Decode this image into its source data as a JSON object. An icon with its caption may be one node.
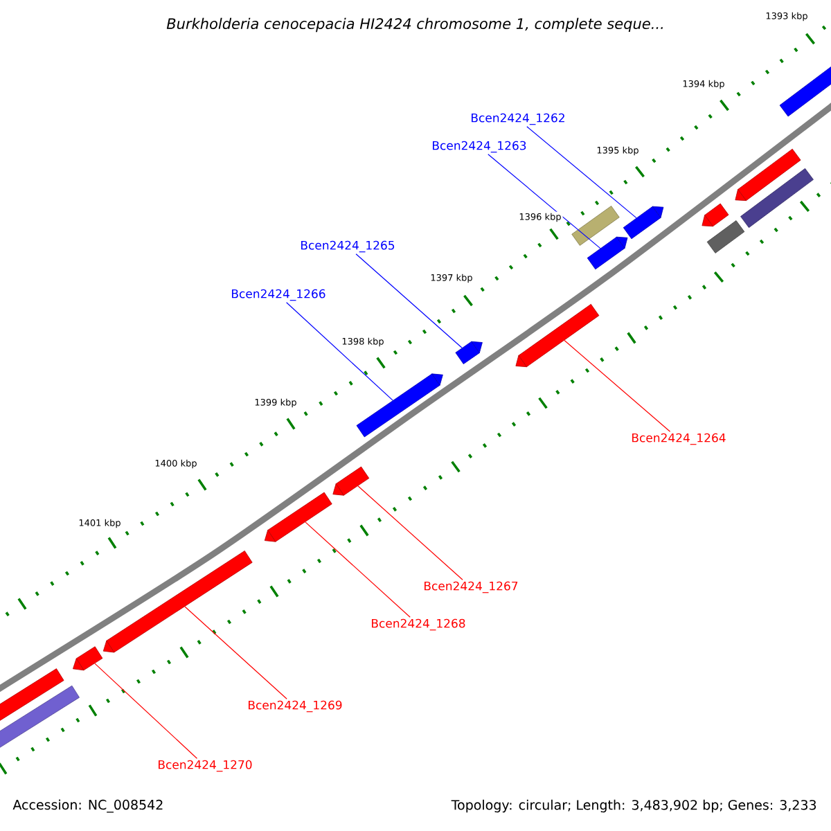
{
  "diagram": {
    "title": "Burkholderia cenocepacia HI2424 chromosome 1, complete seque...",
    "nodes": [
      {
        "text": [
          "Bcen2424_1262"
        ]
      },
      {
        "text": [
          "Bcen2424_1263"
        ]
      },
      {
        "text": [
          "Bcen2424_1265"
        ]
      },
      {
        "text": [
          "Bcen2424_1266"
        ]
      },
      {
        "text": [
          "Bcen2424_1264"
        ]
      },
      {
        "text": [
          "Bcen2424_1267"
        ]
      },
      {
        "text": [
          "Bcen2424_1268"
        ]
      },
      {
        "text": [
          "Bcen2424_1269"
        ]
      },
      {
        "text": [
          "Bcen2424_1270"
        ]
      },
      {
        "text": [],
        "shape": "bar"
      },
      {
        "text": [],
        "shape": "bar"
      },
      {
        "text": [],
        "shape": "bar"
      },
      {
        "text": [],
        "shape": "bar"
      },
      {
        "text": [],
        "shape": "bar"
      },
      {
        "text": [],
        "shape": "bar"
      },
      {
        "text": [],
        "shape": "bar"
      },
      {
        "text": [],
        "shape": "bar"
      },
      {
        "text": [],
        "shape": "bar"
      },
      {
        "text": [],
        "shape": "bar"
      },
      {
        "text": [],
        "shape": "bar"
      },
      {
        "text": [],
        "shape": "bar"
      },
      {
        "text": [],
        "shape": "bar"
      },
      {
        "text": [],
        "shape": "bar"
      },
      {
        "text": [],
        "shape": "bar"
      },
      {
        "text": [],
        "shape": "bar"
      },
      {
        "text": [],
        "shape": "bar"
      }
    ],
    "edges": [
      {
        "from": 0,
        "to": 20,
        "arrow": "none",
        "color": "#0000ff"
      },
      {
        "from": 1,
        "to": 19,
        "arrow": "none",
        "color": "#0000ff"
      },
      {
        "from": 2,
        "to": 16,
        "arrow": "none",
        "color": "#0000ff"
      },
      {
        "from": 3,
        "to": 15,
        "arrow": "none",
        "color": "#0000ff"
      },
      {
        "from": 4,
        "to": 17,
        "arrow": "none"
      },
      {
        "from": 5,
        "to": 14,
        "arrow": "none"
      },
      {
        "from": 6,
        "to": 13,
        "arrow": "none"
      },
      {
        "from": 7,
        "to": 12,
        "arrow": "none"
      },
      {
        "from": 8,
        "to": 11,
        "arrow": "none"
      }
    ],
    "labels": [
      "1393 kbp",
      "1394 kbp",
      "1395 kbp",
      "1396 kbp",
      "1397 kbp",
      "1398 kbp",
      "1399 kbp",
      "1400 kbp",
      "1401 kbp",
      "Accession: NC_008542",
      "Topology: circular; Length: 3,483,902 bp; Genes: 3,233"
    ]
  }
}
